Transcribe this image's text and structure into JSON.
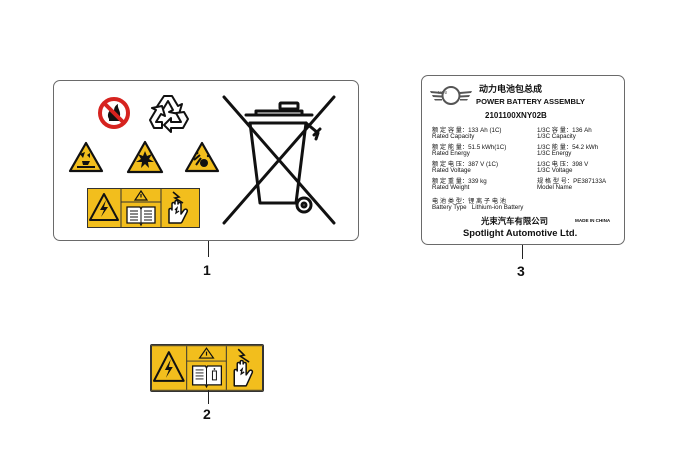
{
  "callouts": [
    "1",
    "2",
    "3"
  ],
  "label3": {
    "title_cn": "动力电池包总成",
    "title_en": "POWER BATTERY ASSEMBLY",
    "part_no": "2101100XNY02B",
    "brand_mark": "MINI",
    "left_rows": [
      {
        "cn": "额 定 容 量",
        "value": "133 Ah (1C)",
        "en": "Rated Capacity"
      },
      {
        "cn": "额 定 能 量",
        "value": "51.5 kWh(1C)",
        "en": "Rated Energy"
      },
      {
        "cn": "额 定 电 压",
        "value": "387 V (1C)",
        "en": "Rated Voltage"
      },
      {
        "cn": "额 定 重 量",
        "value": "339 kg",
        "en": "Rated Weight"
      }
    ],
    "right_rows": [
      {
        "cn": "1/3C 容 量",
        "value": "136 Ah",
        "en": "1/3C Capacity"
      },
      {
        "cn": "1/3C 能 量",
        "value": "54.2 kWh",
        "en": "1/3C Energy"
      },
      {
        "cn": "1/3C 电 压",
        "value": "398 V",
        "en": "1/3C Voltage"
      },
      {
        "cn": "规 格 型 号",
        "value": "PE387133A",
        "en": "Model Name"
      }
    ],
    "battery_type_cn": "电 池 类 型：锂 离 子 电 池",
    "battery_type_en": "Battery Type",
    "battery_type_value": "Lithium-ion Battery",
    "company_cn": "光束汽车有限公司",
    "made_in": "MADE IN CHINA",
    "company_en": "Spotlight Automotive Ltd."
  },
  "icons": {
    "label1": [
      "no-open-flame-icon",
      "recycle-icon",
      "corrosive-warning-icon",
      "explosive-warning-icon",
      "corrosive-splash-warning-icon",
      "high-voltage-icon",
      "caution-read-manual-icon",
      "electric-hand-icon",
      "crossed-out-bin-icon"
    ],
    "label2": [
      "high-voltage-icon",
      "caution-read-manual-icon",
      "electric-hand-icon"
    ]
  },
  "colors": {
    "warning_yellow": "#f2be1d",
    "outline": "#222222"
  }
}
